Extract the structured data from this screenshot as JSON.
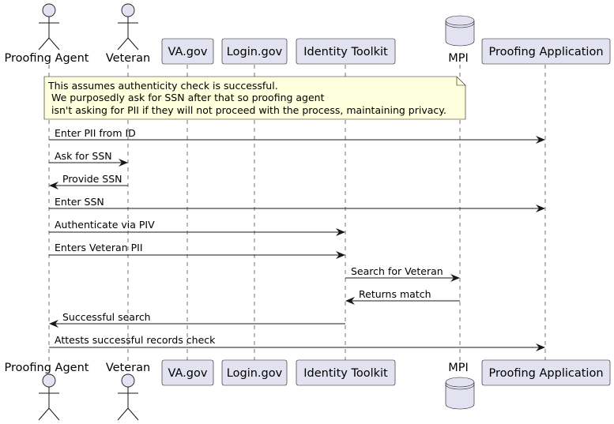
{
  "participants": {
    "proofing_agent": "Proofing Agent",
    "veteran": "Veteran",
    "va_gov": "VA.gov",
    "login_gov": "Login.gov",
    "identity_toolkit": "Identity Toolkit",
    "mpi": "MPI",
    "proofing_application": "Proofing Application"
  },
  "note": {
    "line1": "This assumes authenticity check is successful.",
    "line2": " We purposedly ask for SSN after that so proofing agent",
    "line3": " isn't asking for PII if they will not proceed with the process, maintaining privacy."
  },
  "messages": [
    {
      "from": "proofing_agent",
      "to": "proofing_application",
      "label": "Enter PII from ID"
    },
    {
      "from": "proofing_agent",
      "to": "veteran",
      "label": "Ask for SSN"
    },
    {
      "from": "veteran",
      "to": "proofing_agent",
      "label": "Provide SSN"
    },
    {
      "from": "proofing_agent",
      "to": "proofing_application",
      "label": "Enter SSN"
    },
    {
      "from": "proofing_agent",
      "to": "identity_toolkit",
      "label": "Authenticate via PIV"
    },
    {
      "from": "proofing_agent",
      "to": "identity_toolkit",
      "label": "Enters Veteran PII"
    },
    {
      "from": "identity_toolkit",
      "to": "mpi",
      "label": "Search for Veteran"
    },
    {
      "from": "mpi",
      "to": "identity_toolkit",
      "label": "Returns match"
    },
    {
      "from": "identity_toolkit",
      "to": "proofing_agent",
      "label": "Successful search"
    },
    {
      "from": "proofing_agent",
      "to": "proofing_application",
      "label": "Attests successful records check"
    }
  ],
  "colors": {
    "participant_fill": "#E2E2F0",
    "note_fill": "#FEFFDD",
    "line": "#181818"
  }
}
